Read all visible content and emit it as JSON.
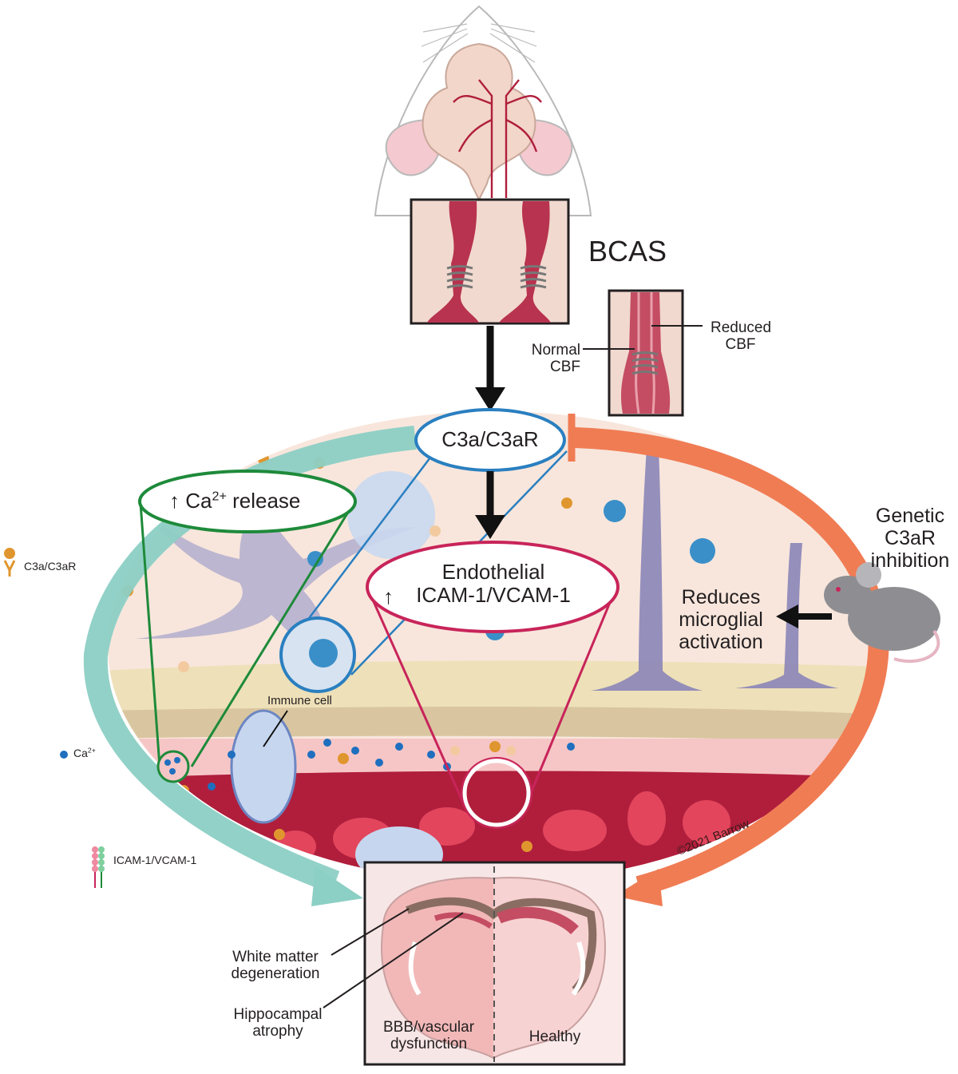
{
  "labels": {
    "bcas": "BCAS",
    "normal_cbf": [
      "Normal",
      "CBF"
    ],
    "reduced_cbf": [
      "Reduced",
      "CBF"
    ],
    "c3a_c3ar": "C3a/C3aR",
    "ca_release_arrow": "↑",
    "ca_release_ca": "Ca",
    "ca_release_sup": "2+",
    "ca_release_text": "release",
    "endothelial_arrow": "↑",
    "endothelial": [
      "Endothelial",
      "ICAM-1/VCAM-1"
    ],
    "genetic": [
      "Genetic",
      "C3aR",
      "inhibition"
    ],
    "reduces": [
      "Reduces",
      "microglial",
      "activation"
    ],
    "immune_cell": "Immune cell",
    "white_matter": [
      "White matter",
      "degeneration"
    ],
    "hippocampal": [
      "Hippocampal",
      "atrophy"
    ],
    "bbb": [
      "BBB/vascular",
      "dysfunction"
    ],
    "healthy": "Healthy",
    "copyright": "©2021 Barrow"
  },
  "legend": {
    "c3a": "C3a/C3aR",
    "ca": "Ca",
    "ca_sup": "2+",
    "icam": "ICAM-1/VCAM-1"
  },
  "colors": {
    "teal_arrow": "#8ccfc4",
    "orange_arrow": "#f07c54",
    "green_cone": "#1e8a3a",
    "blue_circle": "#2a7fc0",
    "crimson_cone": "#c8245a",
    "vessel_red": "#b01e3c",
    "microglia_blue": "#3a8fc8",
    "c3a_orange": "#e0962e",
    "ca_blue": "#1f6fbf"
  }
}
